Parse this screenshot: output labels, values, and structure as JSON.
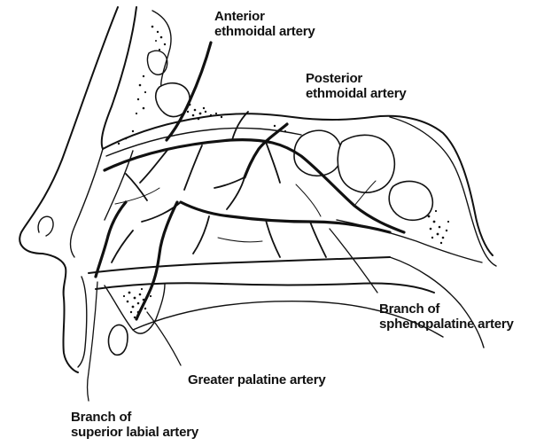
{
  "labels": {
    "anterior_ethmoidal": [
      "Anterior",
      "ethmoidal artery"
    ],
    "posterior_ethmoidal": [
      "Posterior",
      "ethmoidal artery"
    ],
    "sphenopalatine": [
      "Branch of",
      "sphenopalatine artery"
    ],
    "greater_palatine": [
      "Greater palatine artery"
    ],
    "superior_labial": [
      "Branch of",
      "superior labial artery"
    ]
  },
  "colors": {
    "ink": "#111111",
    "background": "#ffffff"
  }
}
